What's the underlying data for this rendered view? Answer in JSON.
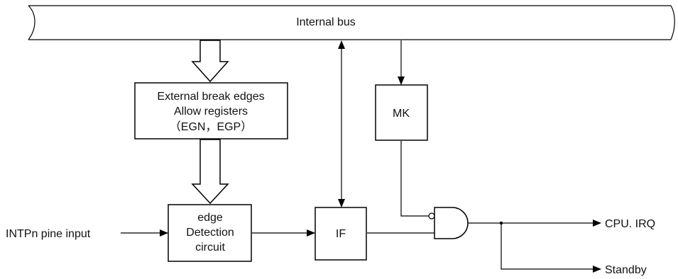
{
  "diagram": {
    "bus_label": "Internal bus",
    "register_block": {
      "line1": "External break edges",
      "line2": "Allow registers",
      "line3": "（EGN，EGP）"
    },
    "mk_label": "MK",
    "edge_block": {
      "line1": "edge",
      "line2": "Detection",
      "line3": "circuit"
    },
    "if_label": "IF",
    "input_label": "INTPn pine input",
    "output_cpu": "CPU. IRQ",
    "output_standby": "Standby"
  }
}
